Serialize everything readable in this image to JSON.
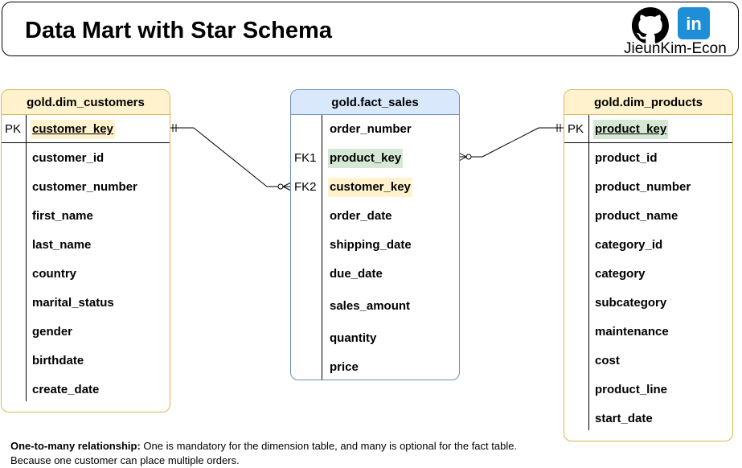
{
  "header": {
    "title": "Data Mart with Star Schema",
    "author": "JieunKim-Econ",
    "icons": [
      "github-icon",
      "linkedin-icon"
    ],
    "linkedin_label": "in"
  },
  "tables": {
    "dim_customers": {
      "title": "gold.dim_customers",
      "pk_label": "PK",
      "pk": "customer_key",
      "columns": [
        "customer_id",
        "customer_number",
        "first_name",
        "last_name",
        "country",
        "marital_status",
        "gender",
        "birthdate",
        "create_date"
      ]
    },
    "fact_sales": {
      "title": "gold.fact_sales",
      "columns": [
        "order_number",
        "product_key",
        "customer_key",
        "order_date",
        "shipping_date",
        "due_date",
        "sales_amount",
        "quantity",
        "price"
      ],
      "fk1_label": "FK1",
      "fk2_label": "FK2"
    },
    "dim_products": {
      "title": "gold.dim_products",
      "pk_label": "PK",
      "pk": "product_key",
      "columns": [
        "product_id",
        "product_number",
        "product_name",
        "category_id",
        "category",
        "subcategory",
        "maintenance",
        "cost",
        "product_line",
        "start_date"
      ]
    }
  },
  "colors": {
    "dim_header": "#fff2cc",
    "dim_border": "#d6b656",
    "fact_header": "#dae8fc",
    "fact_border": "#6c8ebf",
    "product_key_highlight": "#d5e8d4",
    "customer_key_highlight": "#fff2cc"
  },
  "footnote": {
    "bold": "One-to-many relationship:",
    "text": " One is mandatory for the dimension table, and many is optional for the fact table. Because one customer can place multiple orders."
  }
}
